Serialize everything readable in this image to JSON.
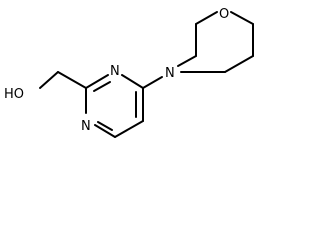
{
  "molecule": {
    "atoms": {
      "hydroxyl": "HO",
      "ring_n_top": "N",
      "ring_n_bottom": "N",
      "morpholine_n": "N",
      "morpholine_o": "O"
    }
  }
}
